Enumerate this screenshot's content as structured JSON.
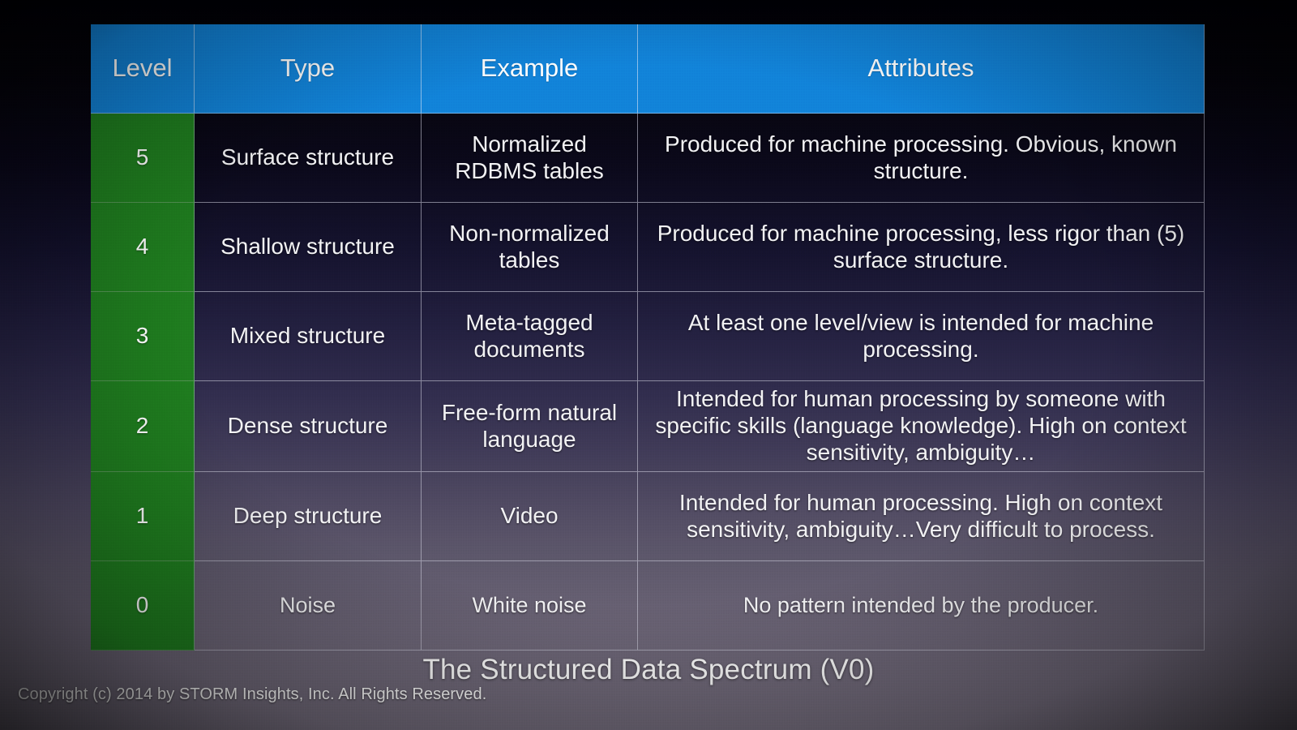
{
  "slide": {
    "caption": "The Structured Data Spectrum (V0)",
    "copyright": "Copyright (c) 2014 by STORM Insights, Inc. All Rights Reserved."
  },
  "colors": {
    "header_blue": "#1180d8",
    "level_green": "#1e7a1e",
    "text_white": "#f2f2f4",
    "grid_line": "#d2d2e1",
    "background_top": "#000005",
    "background_bottom": "#716a79"
  },
  "table": {
    "headers": {
      "level": "Level",
      "type": "Type",
      "example": "Example",
      "attributes": "Attributes"
    },
    "rows": [
      {
        "level": "5",
        "type": "Surface structure",
        "example": "Normalized RDBMS tables",
        "attributes": "Produced for machine processing. Obvious, known structure."
      },
      {
        "level": "4",
        "type": "Shallow structure",
        "example": "Non-normalized tables",
        "attributes": "Produced for machine processing, less rigor than (5) surface structure."
      },
      {
        "level": "3",
        "type": "Mixed structure",
        "example": "Meta-tagged documents",
        "attributes": "At least one level/view is intended for machine processing."
      },
      {
        "level": "2",
        "type": "Dense structure",
        "example": "Free-form natural language",
        "attributes": "Intended for human processing by someone with specific skills (language knowledge). High on context sensitivity, ambiguity…"
      },
      {
        "level": "1",
        "type": "Deep structure",
        "example": "Video",
        "attributes": "Intended for human processing. High on context sensitivity, ambiguity…Very difficult to process."
      },
      {
        "level": "0",
        "type": "Noise",
        "example": "White noise",
        "attributes": "No pattern intended by the producer."
      }
    ]
  }
}
